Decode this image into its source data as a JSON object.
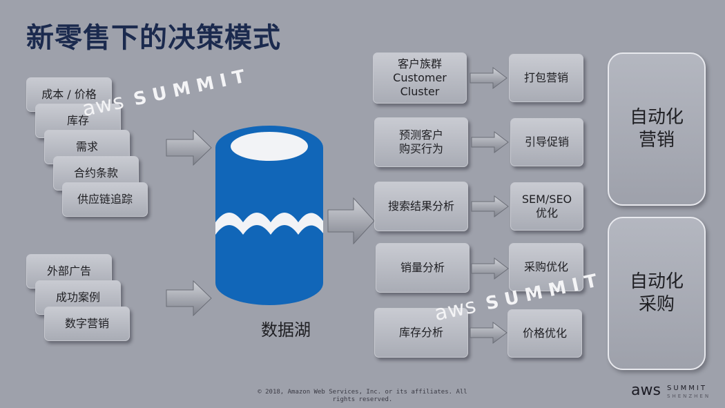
{
  "title": "新零售下的决策模式",
  "inputs_group1": [
    "成本 / 价格",
    "库存",
    "需求",
    "合约条款",
    "供应链追踪"
  ],
  "inputs_group2": [
    "外部广告",
    "成功案例",
    "数字营销"
  ],
  "data_lake": {
    "label": "数据湖",
    "color": "#1166b8"
  },
  "analysis": [
    "客户族群\nCustomer\nCluster",
    "预测客户\n购买行为",
    "搜索结果分析",
    "销量分析",
    "库存分析"
  ],
  "actions": [
    "打包营销",
    "引导促销",
    "SEM/SEO\n优化",
    "采购优化",
    "价格优化"
  ],
  "outcomes": [
    "自动化\n营销",
    "自动化\n采购"
  ],
  "watermark": {
    "aws": "aws",
    "summit": "SUMMIT"
  },
  "footer": "© 2018, Amazon Web Services, Inc. or its affiliates. All rights reserved.",
  "logo": {
    "aws": "aws",
    "summit": "SUMMIT",
    "city": "SHENZHEN"
  }
}
